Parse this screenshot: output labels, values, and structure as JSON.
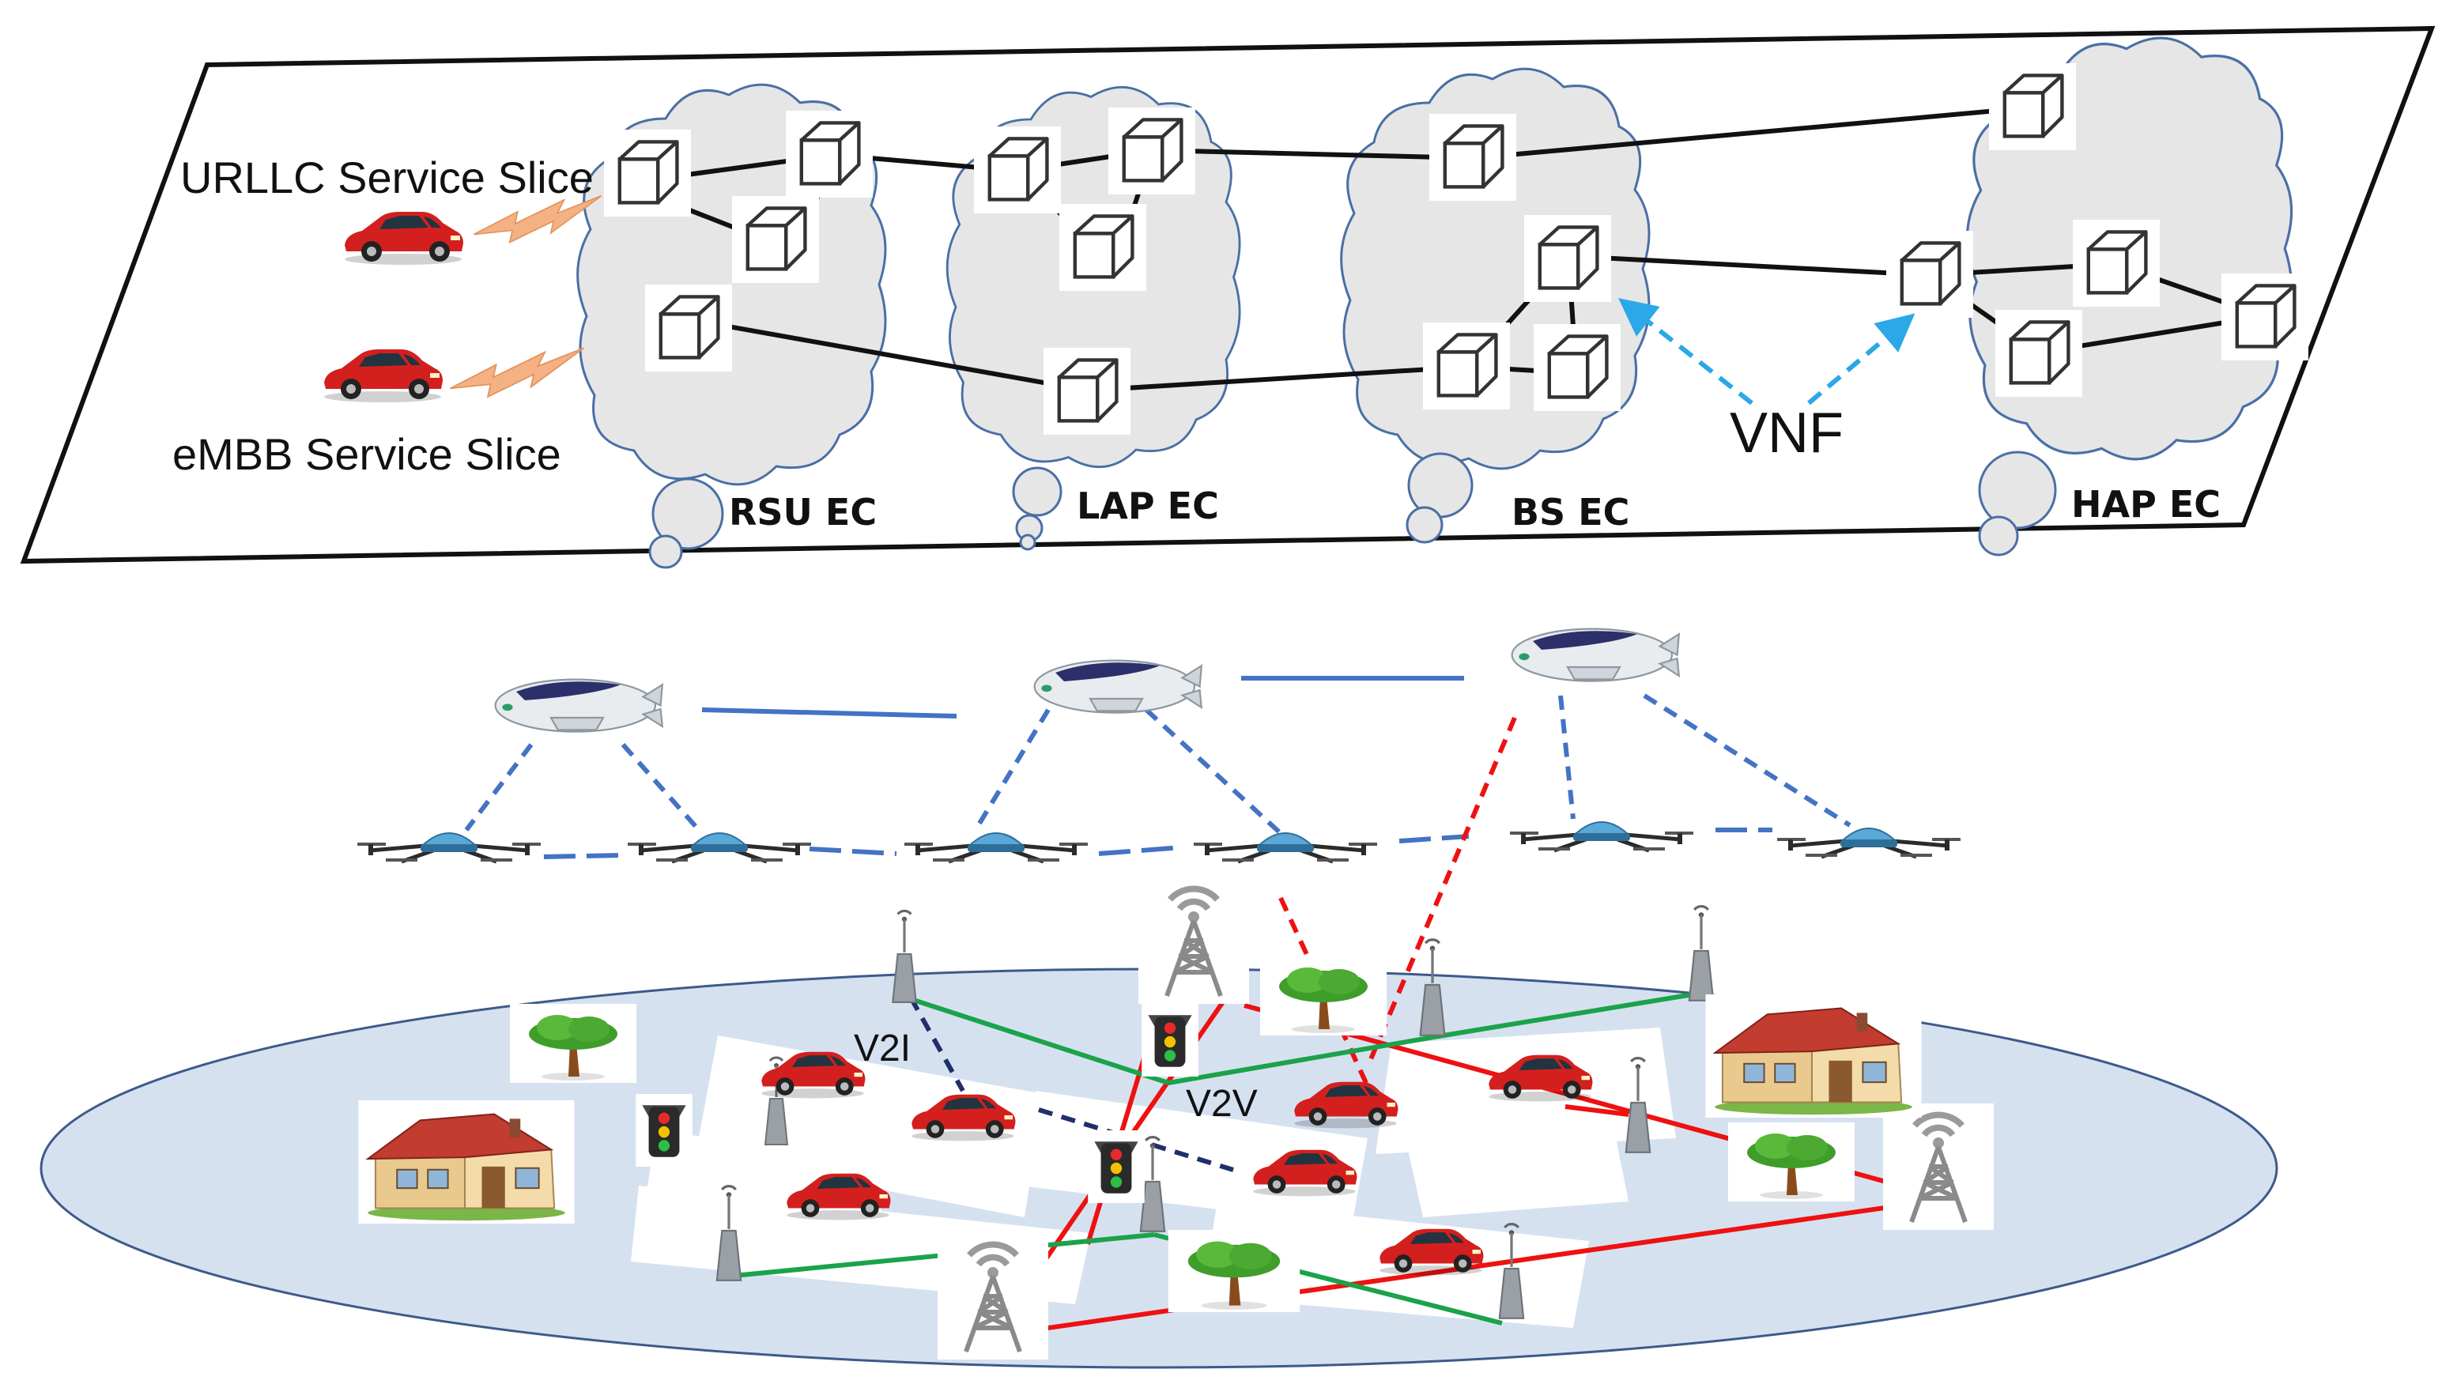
{
  "slices": {
    "urllc": "URLLC Service Slice",
    "embb": "eMBB Service Slice"
  },
  "edge_clouds": [
    {
      "id": "rsu",
      "label": "RSU EC"
    },
    {
      "id": "lap",
      "label": "LAP EC"
    },
    {
      "id": "bs",
      "label": "BS EC"
    },
    {
      "id": "hap",
      "label": "HAP EC"
    }
  ],
  "annotations": {
    "vnf": "VNF",
    "v2i": "V2I",
    "v2v": "V2V"
  },
  "colors": {
    "cloud_fill": "#e6e6e6",
    "cloud_stroke": "#4a6fa5",
    "ground_fill": "#d6e1f0",
    "link_blue": "#4472c4",
    "link_red": "#ee1111",
    "link_green": "#1aa34a",
    "link_navy": "#1f2f6b",
    "vnf_arrow": "#2aa8e8",
    "car_red": "#d41f1f",
    "lightning": "#f4b183"
  },
  "icons": {
    "vnf": "cube-icon",
    "car": "car-icon",
    "airship": "airship-icon",
    "drone": "drone-icon",
    "tower": "cell-tower-icon",
    "rsu": "roadside-unit-icon",
    "traffic_light": "traffic-light-icon",
    "tree": "tree-icon",
    "house": "house-icon",
    "lightning": "lightning-icon"
  }
}
